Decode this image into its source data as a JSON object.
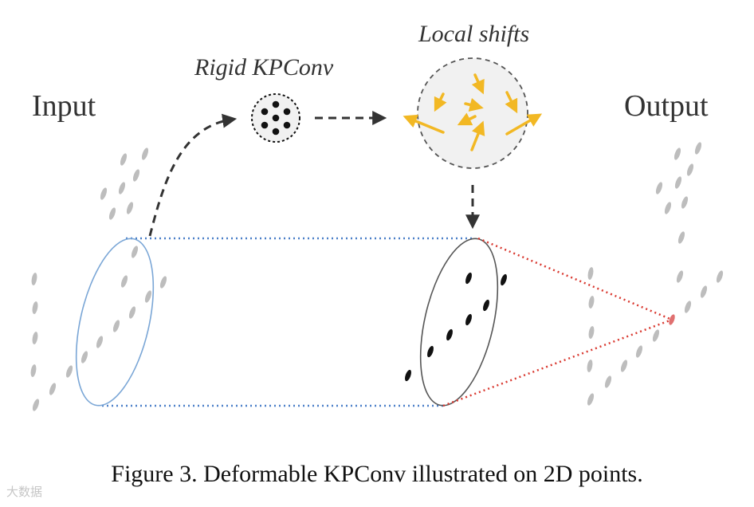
{
  "labels": {
    "input": "Input",
    "output": "Output",
    "rigid": "Rigid KPConv",
    "local_shifts": "Local shifts"
  },
  "caption": "Figure 3. Deformable KPConv illustrated on 2D points.",
  "watermark": "大数据",
  "colors": {
    "gray_point": "#bdbdbd",
    "black_point": "#111111",
    "blue_ellipse": "#7aa6d6",
    "dark_ellipse": "#555555",
    "blue_dotted": "#4a7fc8",
    "red_dotted": "#d9382f",
    "arrow": "#333333",
    "shift_arrow": "#f2b824",
    "shift_circle_fill": "#f1f1f1",
    "output_point": "#e07070"
  }
}
